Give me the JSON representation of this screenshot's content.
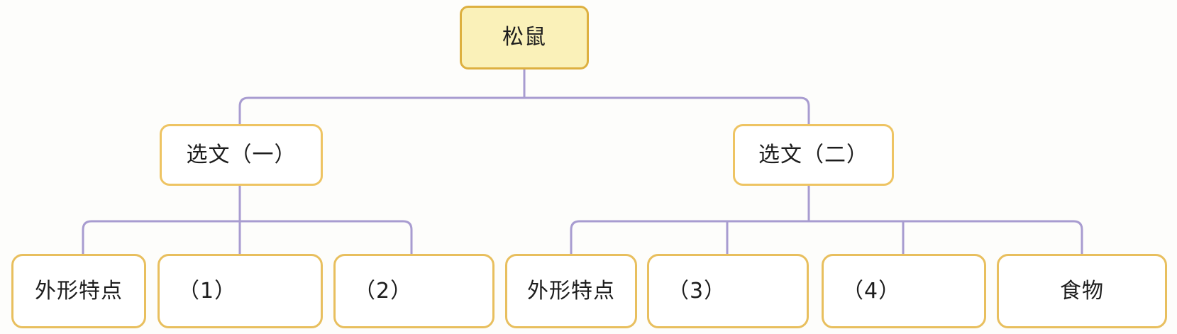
{
  "diagram": {
    "type": "tree",
    "title_node": "松鼠",
    "colors": {
      "root_fill": "#faf1b9",
      "root_border": "#ddb040",
      "node_fill": "#ffffff",
      "node_border": "#e6b94f",
      "connector": "#a89cd0",
      "text": "#1d1d1d",
      "background": "#fdfdfb"
    },
    "nodes": {
      "root": {
        "label": "松鼠"
      },
      "level2": [
        {
          "id": "xuanwen-1",
          "label": "选文（一）"
        },
        {
          "id": "xuanwen-2",
          "label": "选文（二）"
        }
      ],
      "leaves_left": [
        {
          "id": "waixing-tedian-1",
          "label": "外形特点",
          "align": "center"
        },
        {
          "id": "item-1",
          "label": "（1）",
          "align": "left"
        },
        {
          "id": "item-2",
          "label": "（2）",
          "align": "left"
        }
      ],
      "leaves_right": [
        {
          "id": "waixing-tedian-2",
          "label": "外形特点",
          "align": "center"
        },
        {
          "id": "item-3",
          "label": "（3）",
          "align": "left"
        },
        {
          "id": "item-4",
          "label": "（4）",
          "align": "left"
        },
        {
          "id": "shiwu",
          "label": "食物",
          "align": "center"
        }
      ]
    }
  }
}
